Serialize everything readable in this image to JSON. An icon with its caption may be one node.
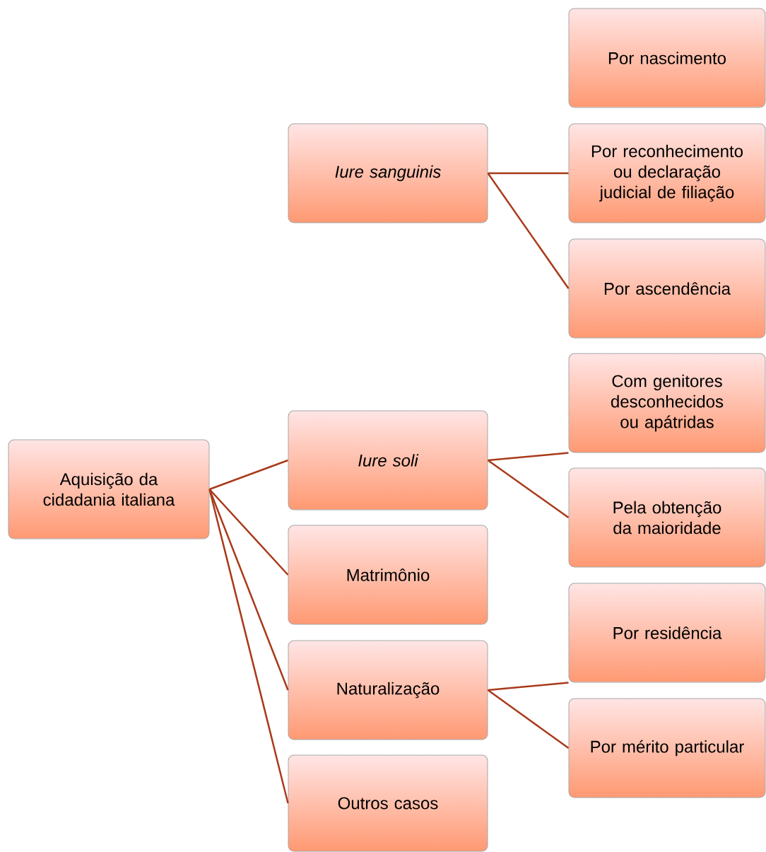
{
  "diagram": {
    "nodes": [
      {
        "text": [
          "Aquisição da cidadania italiana"
        ]
      },
      {
        "text": [
          "Iure sanguinis"
        ]
      },
      {
        "text": [
          "Iure soli"
        ]
      },
      {
        "text": [
          "Matrimônio"
        ]
      },
      {
        "text": [
          "Naturalização"
        ]
      },
      {
        "text": [
          "Outros casos"
        ]
      },
      {
        "text": [
          "Por nascimento"
        ]
      },
      {
        "text": [
          "Por reconhecimento ou declaração judicial de filiação"
        ]
      },
      {
        "text": [
          "Por ascendência"
        ]
      },
      {
        "text": [
          "Com genitores desconhecidos ou apátridas"
        ]
      },
      {
        "text": [
          "Pela obtenção da maioridade"
        ]
      },
      {
        "text": [
          "Por residência"
        ]
      },
      {
        "text": [
          "Por mérito particular"
        ]
      }
    ],
    "edges": [
      {
        "from": 0,
        "to": 2,
        "arrow": "none"
      },
      {
        "from": 0,
        "to": 3,
        "arrow": "none"
      },
      {
        "from": 0,
        "to": 4,
        "arrow": "none"
      },
      {
        "from": 0,
        "to": 5,
        "arrow": "none"
      },
      {
        "from": 1,
        "to": 7,
        "arrow": "none"
      },
      {
        "from": 1,
        "to": 8,
        "arrow": "none"
      },
      {
        "from": 2,
        "to": 9,
        "arrow": "none"
      },
      {
        "from": 2,
        "to": 10,
        "arrow": "none"
      },
      {
        "from": 4,
        "to": 11,
        "arrow": "none"
      },
      {
        "from": 4,
        "to": 12,
        "arrow": "none"
      }
    ]
  }
}
